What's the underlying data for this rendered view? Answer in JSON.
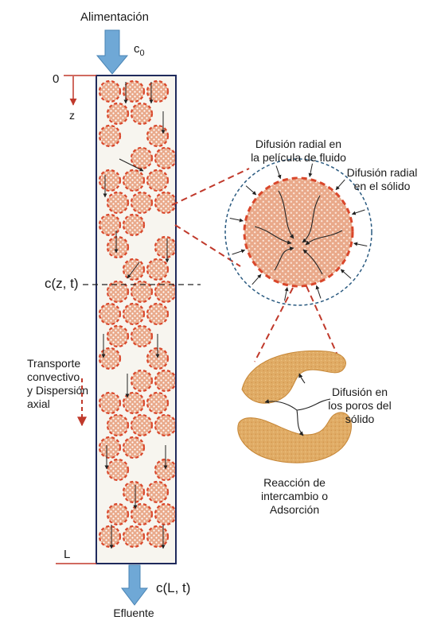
{
  "labels": {
    "feed": "Alimentación",
    "c0_base": "c",
    "c0_sub": "0",
    "zero": "0",
    "z": "z",
    "czt": "c(z, t)",
    "L": "L",
    "cLt": "c(L, t)",
    "effluent": "Efluente",
    "transport_1": "Transporte",
    "transport_2": "convectivo",
    "transport_3": "y Dispersión",
    "transport_4": "axial",
    "film_1": "Difusión radial en",
    "film_2": "la película de fluido",
    "solid_1": "Difusión radial",
    "solid_2": "en el sólido",
    "pore_1": "Difusión en",
    "pore_2": "los poros del",
    "pore_3": "sólido",
    "reaction_1": "Reacción de",
    "reaction_2": "intercambio o",
    "reaction_3": "Adsorción"
  },
  "colors": {
    "column_border": "#1f2a5c",
    "bead_fill": "#e9a98a",
    "bead_dots": "#ffffff",
    "bead_rim": "#d9472b",
    "red_accent": "#c0392b",
    "arrow_blue": "#6fa8d6",
    "pore_fill": "#e0ac66",
    "film_circle": "#2a5a80"
  }
}
